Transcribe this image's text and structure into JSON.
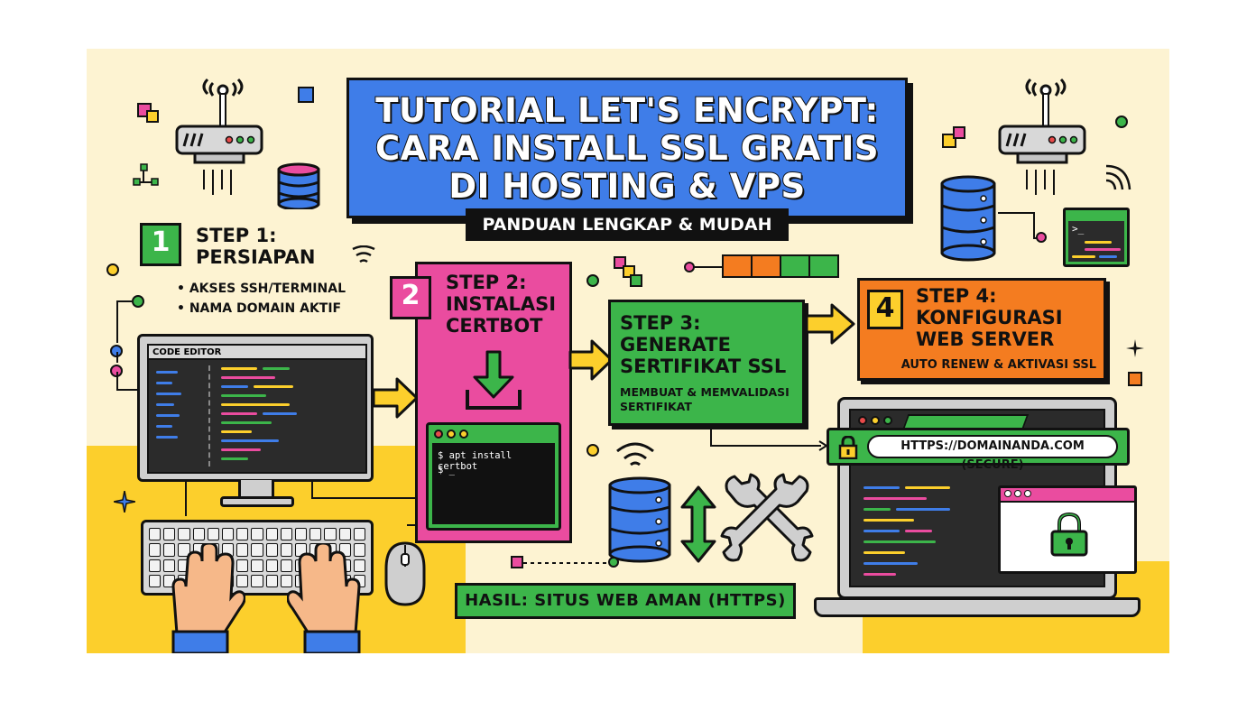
{
  "header": {
    "title_lines": [
      "TUTORIAL LET'S ENCRYPT:",
      "CARA INSTALL SSL GRATIS",
      "DI HOSTING & VPS"
    ],
    "subtitle": "PANDUAN LENGKAP & MUDAH"
  },
  "steps": [
    {
      "number": "1",
      "title_lines": [
        "STEP 1:",
        "PERSIAPAN"
      ],
      "bullets": [
        "• AKSES SSH/TERMINAL",
        "• NAMA DOMAIN AKTIF"
      ]
    },
    {
      "number": "2",
      "title_lines": [
        "STEP 2:",
        "INSTALASI",
        "CERTBOT"
      ]
    },
    {
      "number": "3",
      "title_lines": [
        "STEP 3:",
        "GENERATE",
        "SERTIFIKAT SSL"
      ],
      "desc_lines": [
        "MEMBUAT & MEMVALIDASI",
        "SERTIFIKAT"
      ]
    },
    {
      "number": "4",
      "title_lines": [
        "STEP 4:",
        "KONFIGURASI",
        "WEB SERVER"
      ],
      "desc": "AUTO RENEW & AKTIVASI SSL"
    }
  ],
  "code_editor": {
    "label": "CODE EDITOR"
  },
  "terminal": {
    "lines": [
      "$ apt install certbot",
      "$ _"
    ]
  },
  "small_terminal": {
    "prompt": ">_"
  },
  "browser": {
    "url": "HTTPS://DOMAINANDA.COM (SECURE)"
  },
  "result": {
    "text": "HASIL: SITUS WEB AMAN (HTTPS)"
  },
  "colors": {
    "background": "#fdf3d2",
    "yellow": "#fccf2c",
    "blue": "#3f7de8",
    "pink": "#ea4c9f",
    "green": "#3cb54a",
    "orange": "#f47c20",
    "dark": "#222222"
  },
  "icons": [
    "router-icon",
    "database-icon",
    "wifi-icon",
    "lock-icon",
    "wrench-icon",
    "download-arrow-icon",
    "keyboard-icon",
    "mouse-icon",
    "hand-icon",
    "sparkle-icon"
  ]
}
